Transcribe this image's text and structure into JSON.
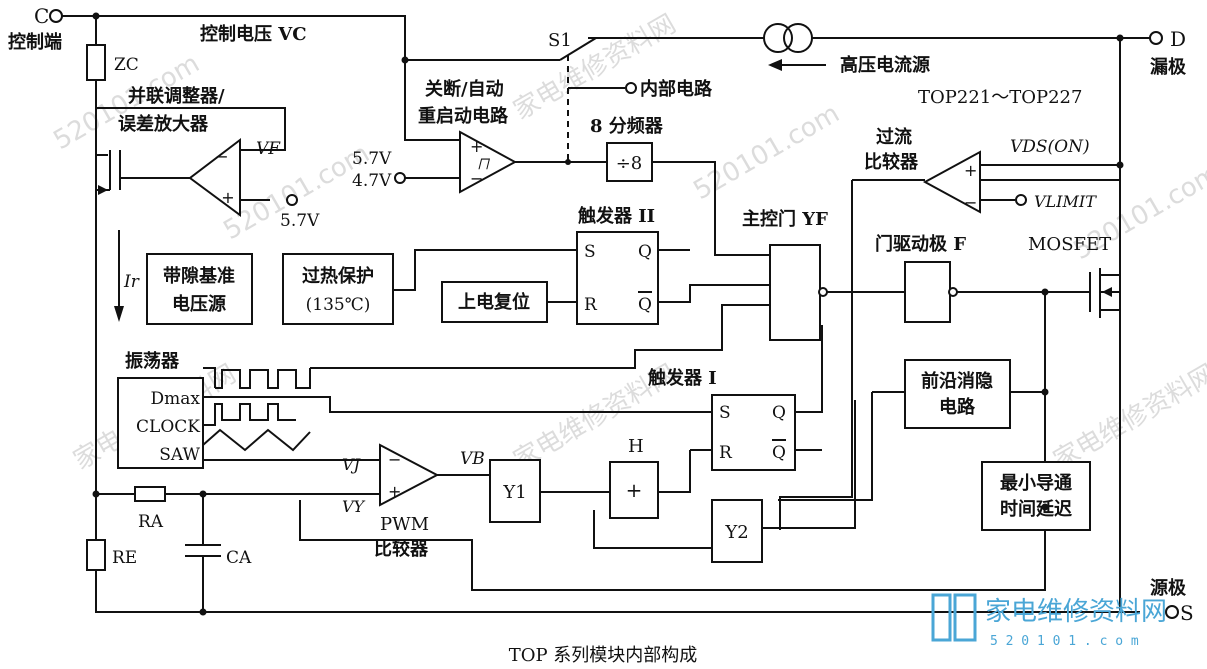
{
  "diagram": {
    "terminals": {
      "c": "C",
      "d": "D",
      "s": "S"
    },
    "labels": {
      "control_end": "控制端",
      "drain": "漏极",
      "source": "源极",
      "control_voltage": "控制电压 VC",
      "s1": "S1",
      "hv_source": "高压电流源",
      "internal_circuit": "内部电路",
      "model_range": "TOP221～TOP227",
      "zc": "ZC",
      "shunt_regulator": "并联调整器/",
      "error_amp": "误差放大器",
      "vf": "VF",
      "v57_a": "5.7V",
      "v47": "4.7V",
      "v57_b": "5.7V",
      "shutdown_restart": "关断/自动",
      "restart_circuit": "重启动电路",
      "divider8": "8 分频器",
      "div8": "÷8",
      "overcurrent": "过流",
      "comparator": "比较器",
      "vds_on": "VDS(ON)",
      "vlimit": "VLIMIT",
      "trigger2": "触发器 II",
      "main_gate": "主控门 YF",
      "gate_driver": "门驱动极 F",
      "mosfet": "MOSFET",
      "ir": "Ir",
      "bandgap": "带隙基准",
      "bandgap2": "电压源",
      "overtemp": "过热保护",
      "overtemp_temp": "(135℃)",
      "power_on_reset": "上电复位",
      "oscillator": "振荡器",
      "dmax": "Dmax",
      "clock": "CLOCK",
      "saw": "SAW",
      "trigger1": "触发器 I",
      "leading_edge": "前沿消隐",
      "leading_edge2": "电路",
      "vj": "VJ",
      "vy": "VY",
      "vb": "VB",
      "pwm": "PWM",
      "pwm_cmp": "比较器",
      "y1": "Y1",
      "y2": "Y2",
      "h": "H",
      "plus": "+",
      "min_on": "最小导通",
      "min_on2": "时间延迟",
      "ra": "RA",
      "re": "RE",
      "ca": "CA",
      "s_in": "S",
      "r_in": "R",
      "q_out": "Q",
      "qbar_out": "Q"
    },
    "caption": "TOP 系列模块内部构成"
  },
  "watermark": {
    "brand": "家电维修资料网",
    "url": "520101.com",
    "url_full": "5 2 0 1 0 1 . c o m"
  }
}
